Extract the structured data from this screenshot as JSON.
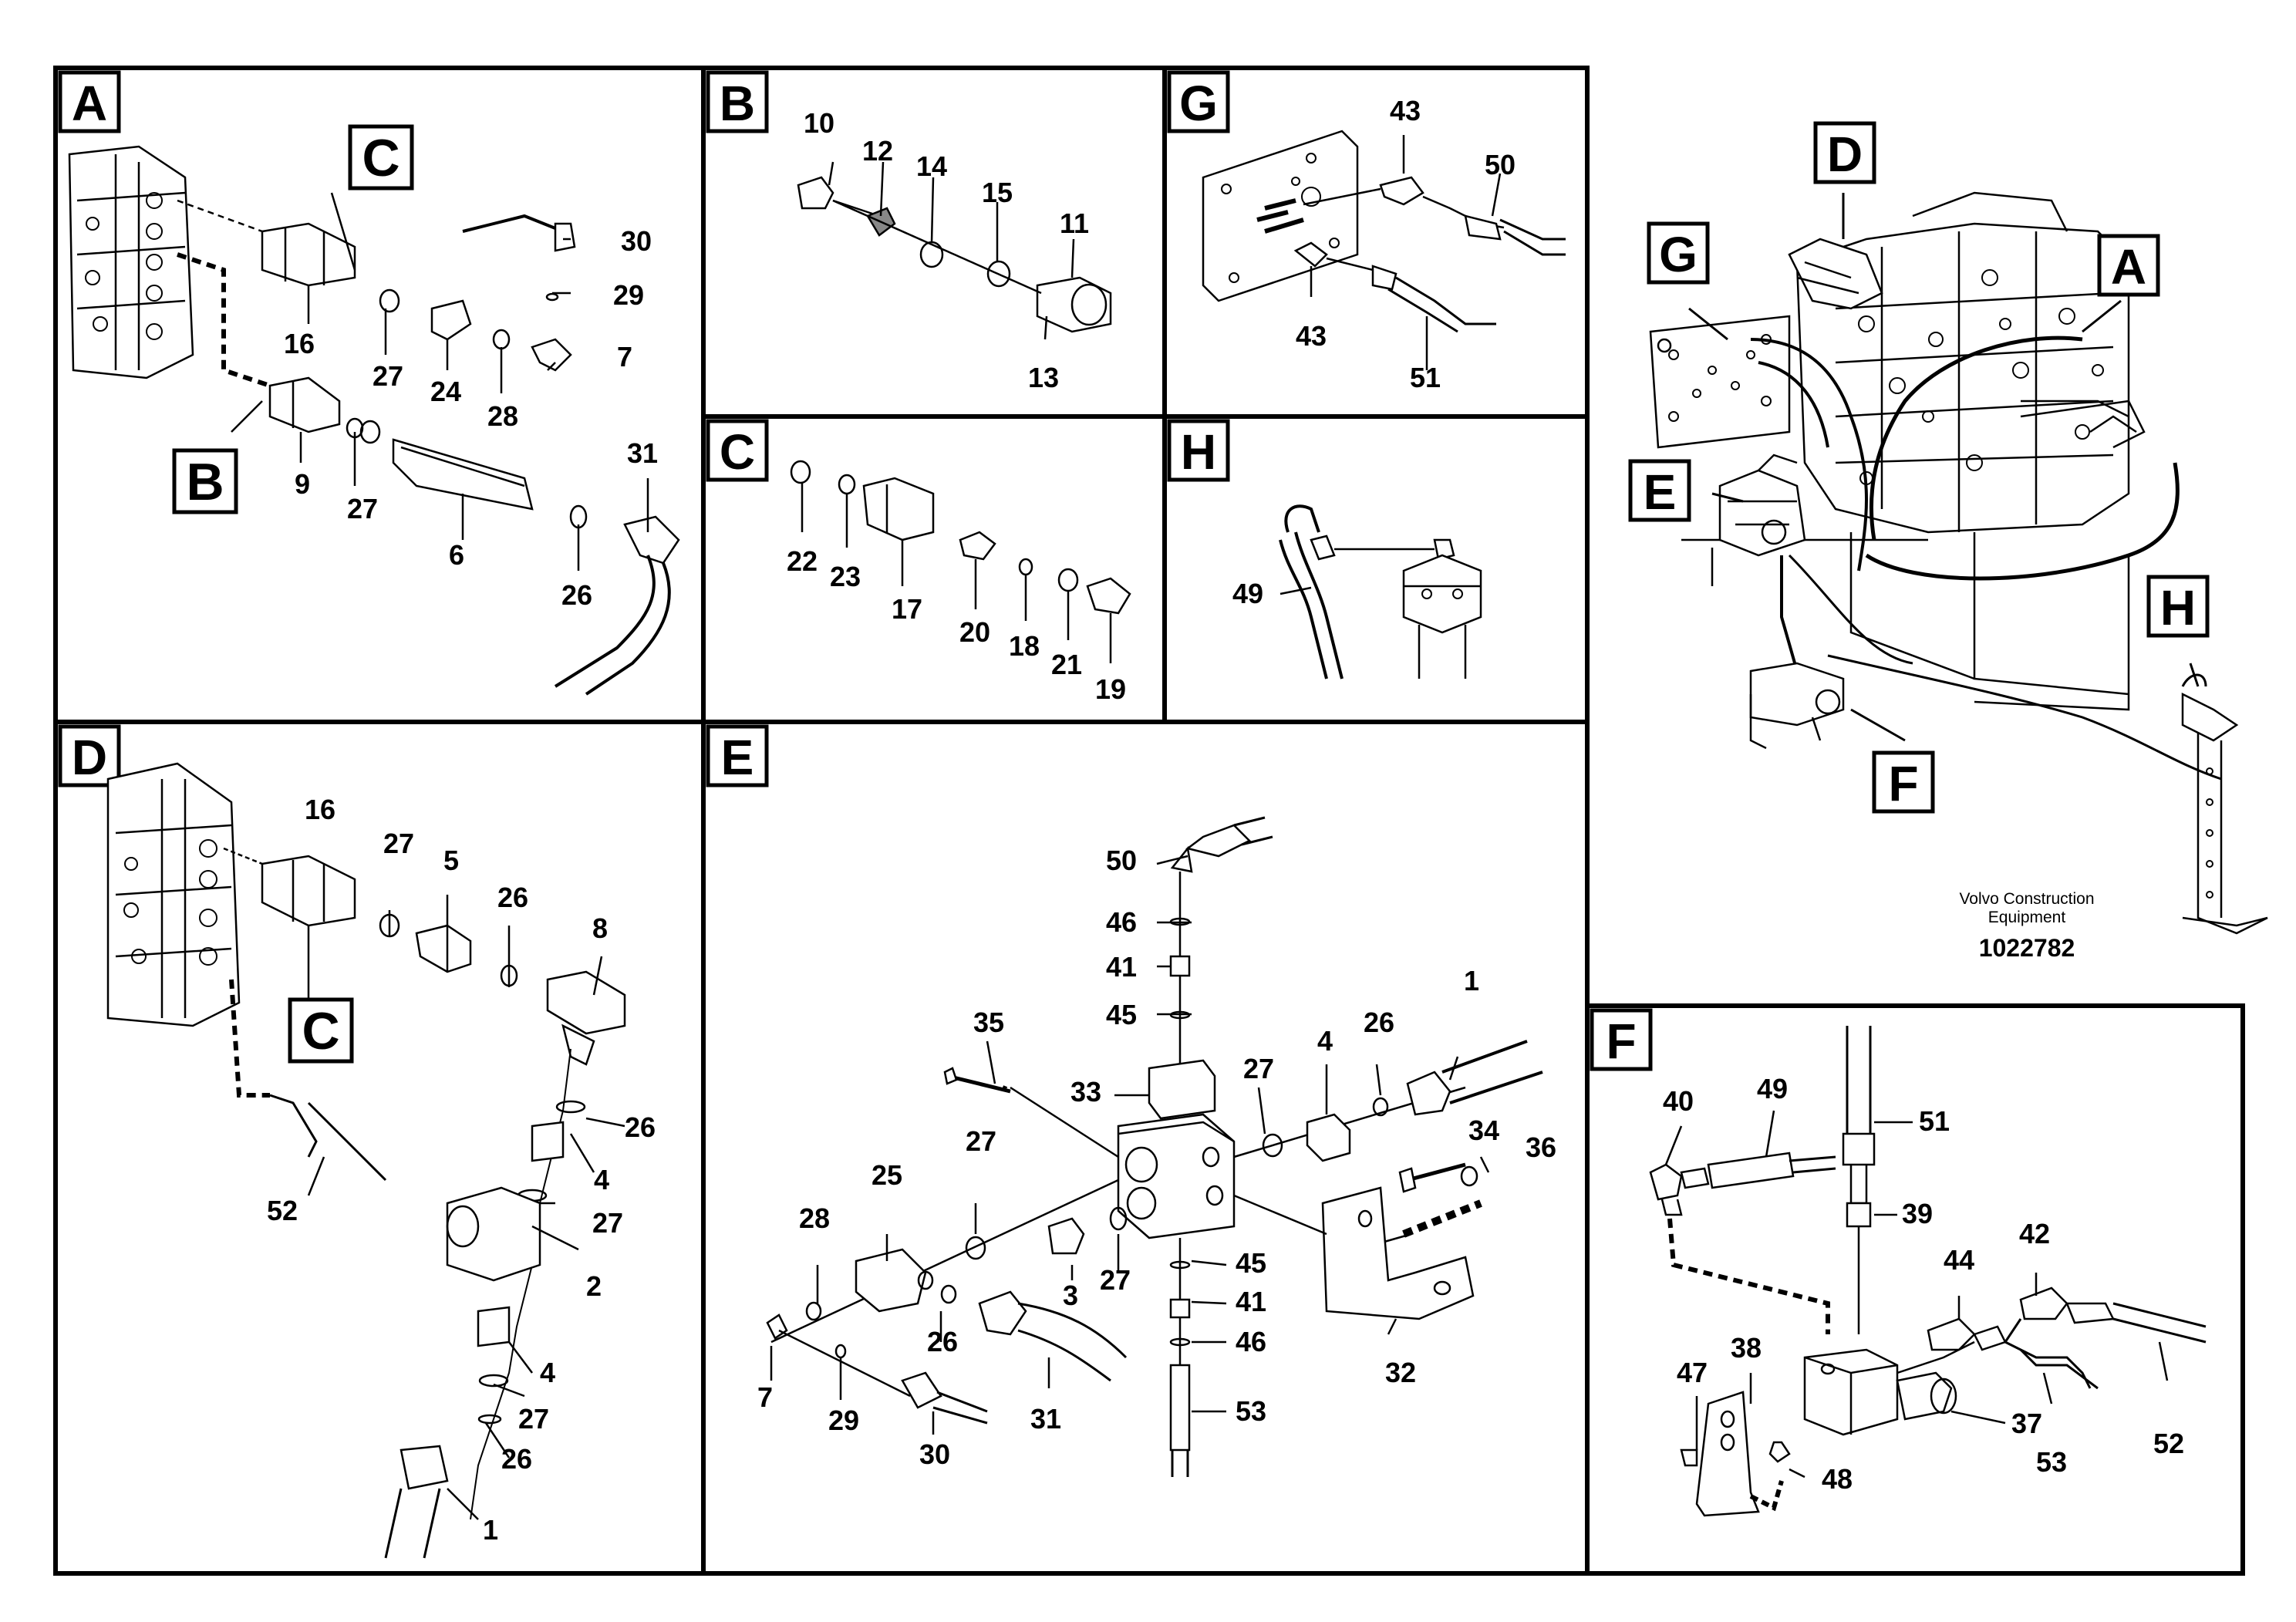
{
  "panels": [
    {
      "letter": "A"
    },
    {
      "letter": "B"
    },
    {
      "letter": "G"
    },
    {
      "letter": "C"
    },
    {
      "letter": "H"
    },
    {
      "letter": "D"
    },
    {
      "letter": "E"
    },
    {
      "letter": "F"
    }
  ],
  "overview": {
    "labels": [
      "D",
      "G",
      "A",
      "E",
      "H",
      "F"
    ],
    "company": [
      "Volvo Construction",
      "Equipment"
    ],
    "document_number": "1022782"
  },
  "panel_a": {
    "detail_labels": [
      "C",
      "B"
    ],
    "callouts": [
      "30",
      "29",
      "7",
      "16",
      "27",
      "24",
      "28",
      "9",
      "27",
      "6",
      "31",
      "26"
    ]
  },
  "panel_b": {
    "callouts": [
      "10",
      "12",
      "14",
      "15",
      "11",
      "13"
    ]
  },
  "panel_g": {
    "callouts": [
      "43",
      "50",
      "43",
      "51"
    ]
  },
  "panel_c": {
    "callouts": [
      "22",
      "23",
      "17",
      "20",
      "18",
      "21",
      "19"
    ]
  },
  "panel_h": {
    "callouts": [
      "49"
    ]
  },
  "panel_d": {
    "detail_labels": [
      "C"
    ],
    "callouts": [
      "16",
      "27",
      "5",
      "26",
      "8",
      "26",
      "4",
      "27",
      "2",
      "4",
      "27",
      "26",
      "1",
      "52"
    ]
  },
  "panel_e": {
    "callouts": [
      "50",
      "46",
      "41",
      "45",
      "35",
      "33",
      "27",
      "4",
      "26",
      "1",
      "34",
      "36",
      "25",
      "27",
      "28",
      "3",
      "27",
      "45",
      "41",
      "46",
      "7",
      "29",
      "30",
      "26",
      "31",
      "53",
      "32"
    ]
  },
  "panel_f": {
    "callouts": [
      "40",
      "49",
      "51",
      "39",
      "44",
      "42",
      "47",
      "38",
      "37",
      "53",
      "52",
      "48"
    ]
  }
}
